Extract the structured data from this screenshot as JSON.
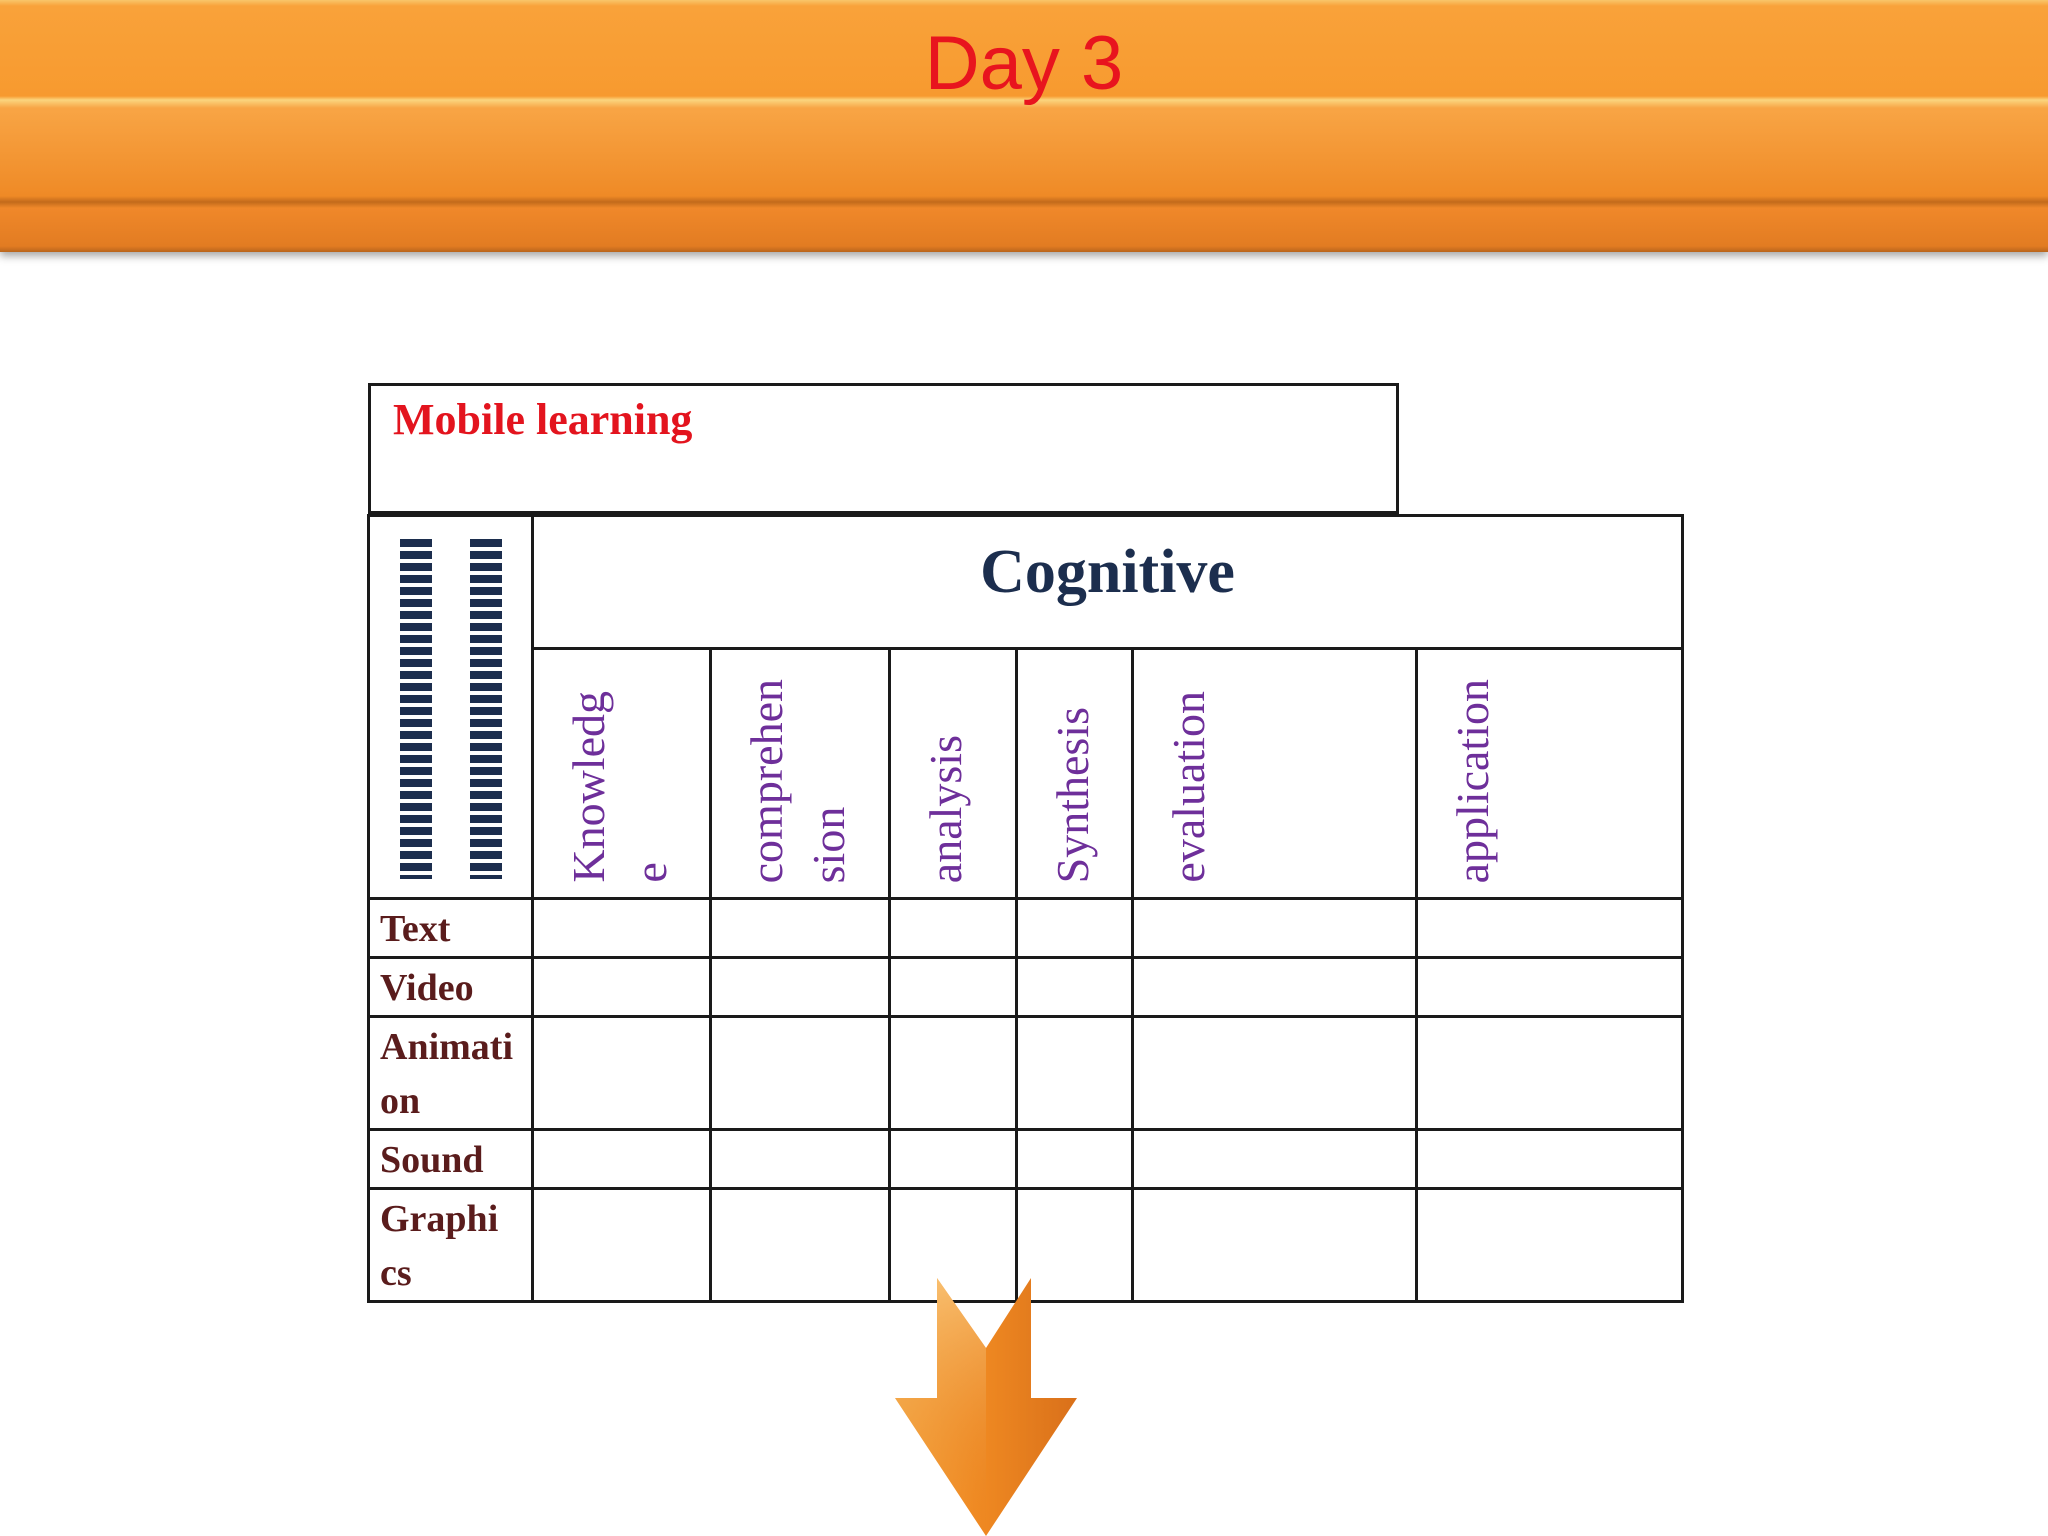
{
  "header": {
    "title": "Day 3"
  },
  "mobile_learning": {
    "title": "Mobile learning"
  },
  "cognitive": {
    "title": "Cognitive",
    "columns": [
      "Knowledg\ne",
      "comprehen\nsion",
      "analysis",
      "Synthesis",
      "evaluation",
      "application"
    ]
  },
  "rows": [
    "Text",
    "Video",
    "Animati\non",
    "Sound",
    "Graphi\ncs"
  ],
  "colors": {
    "banner_orange": "#f79a2f",
    "title_red": "#e8141e",
    "cognitive_navy": "#1c2e4e",
    "column_purple": "#6e2f9a",
    "row_maroon": "#5a1c1c"
  },
  "icons": {
    "decorative_stripes": "striped-bars-icon",
    "down_arrow": "down-arrow-icon"
  }
}
